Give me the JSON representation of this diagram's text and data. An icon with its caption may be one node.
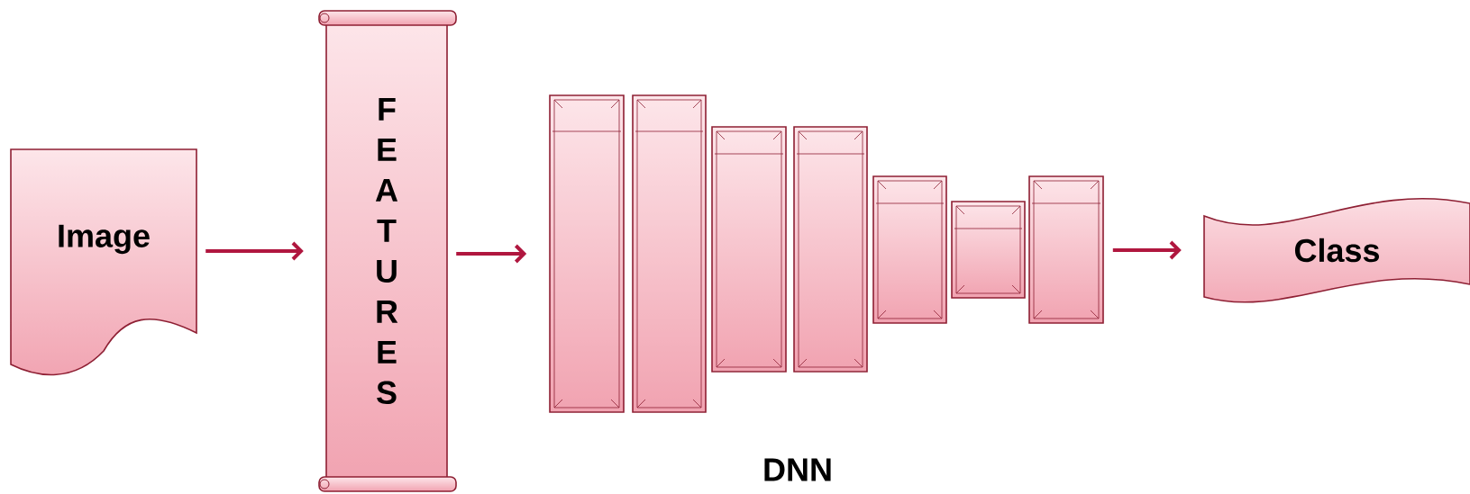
{
  "diagram": {
    "nodes": [
      {
        "text": [
          "Image"
        ]
      },
      {
        "text": [
          "FEATURES"
        ]
      },
      {
        "text": [],
        "shape": "box"
      },
      {
        "text": [],
        "shape": "box"
      },
      {
        "text": [],
        "shape": "box"
      },
      {
        "text": [],
        "shape": "box"
      },
      {
        "text": [],
        "shape": "box"
      },
      {
        "text": [],
        "shape": "box"
      },
      {
        "text": [],
        "shape": "box"
      },
      {
        "text": [
          "Class"
        ]
      }
    ],
    "edges": [
      {
        "from": 0,
        "to": 1,
        "arrow": "to"
      },
      {
        "from": 1,
        "to": 2,
        "arrow": "to"
      },
      {
        "from": 8,
        "to": 9,
        "arrow": "to"
      }
    ],
    "labels": [
      "DNN"
    ]
  }
}
